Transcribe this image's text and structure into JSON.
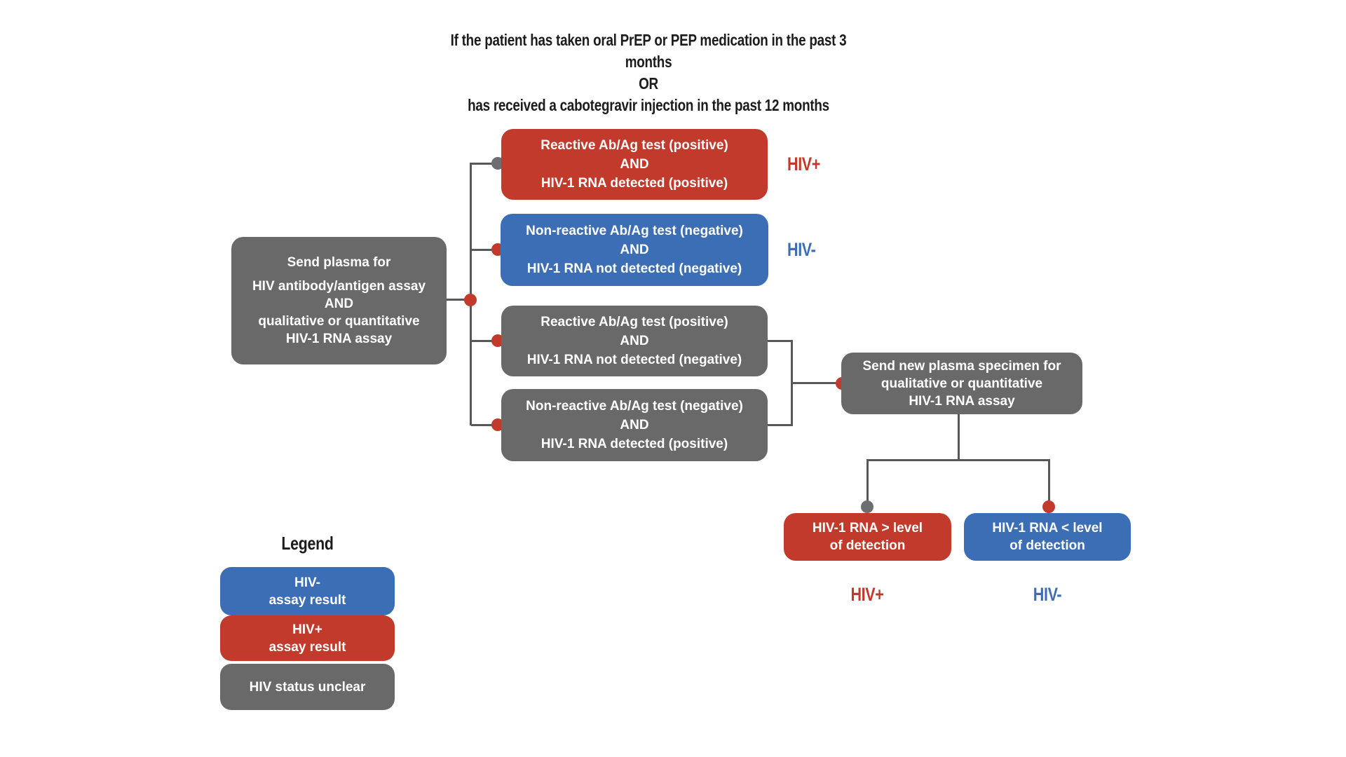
{
  "colors": {
    "red": "#c23a2c",
    "blue": "#3c6eb5",
    "gray": "#6a696a",
    "line": "#58585a",
    "dotred": "#c23a2c",
    "dotgray": "#6d6e71",
    "ink": "#1c1c1c"
  },
  "title": {
    "line1": "If the patient has taken oral PrEP or PEP medication in the past 3 months",
    "line2": "OR",
    "line3": "has received a cabotegravir injection in the past 12 months"
  },
  "root_box": {
    "line1": "Send plasma for",
    "line2": "HIV antibody/antigen assay",
    "line3": "AND",
    "line4": "qualitative or quantitative",
    "line5": "HIV-1 RNA assay"
  },
  "outcome_boxes": [
    {
      "lines": [
        "Reactive Ab/Ag test (positive)",
        "AND",
        "HIV-1 RNA detected (positive)"
      ]
    },
    {
      "lines": [
        "Non-reactive Ab/Ag test (negative)",
        "AND",
        "HIV-1 RNA not detected (negative)"
      ]
    },
    {
      "lines": [
        "Reactive Ab/Ag test (positive)",
        "AND",
        "HIV-1 RNA not detected (negative)"
      ]
    },
    {
      "lines": [
        "Non-reactive Ab/Ag test (negative)",
        "AND",
        "HIV-1 RNA detected (positive)"
      ]
    }
  ],
  "labels": {
    "hiv_pos_top": "HIV+",
    "hiv_neg_top": "HIV-",
    "hiv_pos_bottom": "HIV+",
    "hiv_neg_bottom": "HIV-"
  },
  "followup_box": {
    "line1": "Send new plasma specimen for",
    "line2": "qualitative or quantitative",
    "line3": "HIV-1 RNA assay"
  },
  "final_boxes": [
    {
      "line1": "HIV-1 RNA > level",
      "line2": "of detection"
    },
    {
      "line1": "HIV-1 RNA < level",
      "line2": "of detection"
    }
  ],
  "legend": {
    "title": "Legend",
    "items": [
      {
        "line1": "HIV-",
        "line2": "assay result"
      },
      {
        "line1": "HIV+",
        "line2": "assay result"
      },
      {
        "line1": "HIV status unclear",
        "line2": ""
      }
    ]
  }
}
